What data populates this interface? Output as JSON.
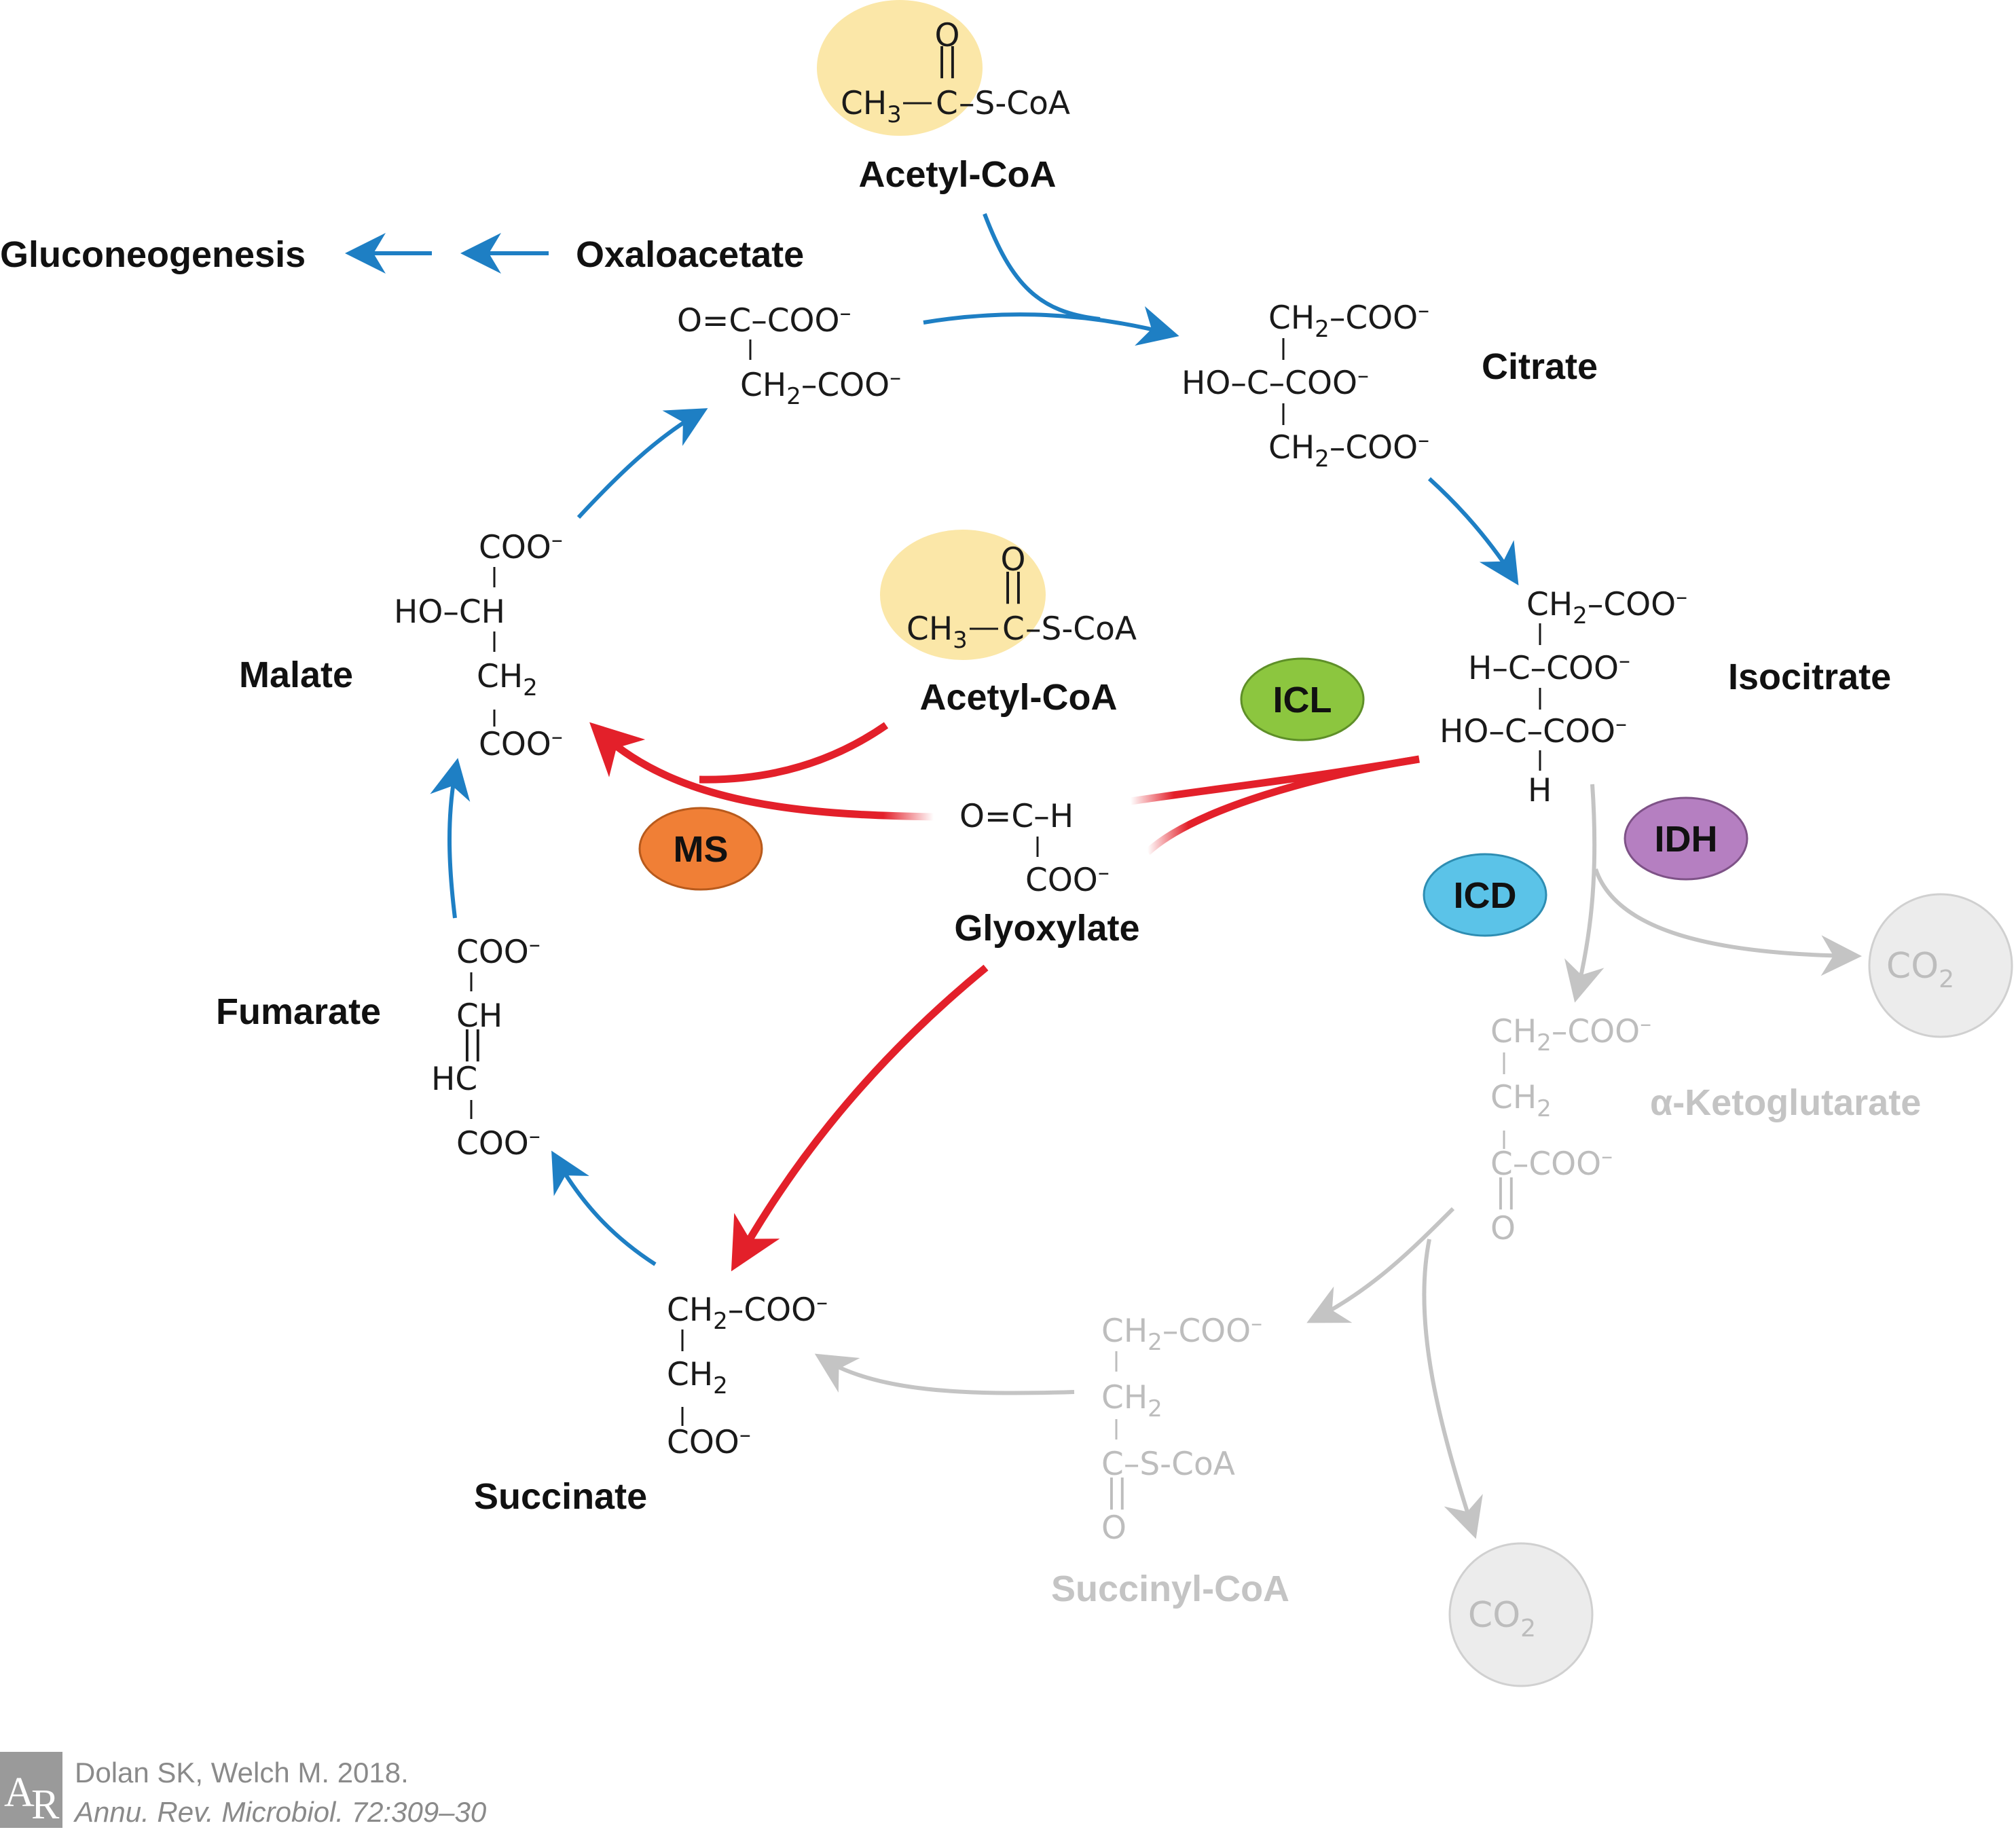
{
  "colors": {
    "cycle_arrow": "#1e7fc4",
    "shunt_arrow": "#e3202a",
    "faded_arrow": "#c4c4c4",
    "acetyl_highlight": "#fbe7a8",
    "icl": "#8cc63f",
    "ms": "#f07f36",
    "idh": "#b57fc1",
    "icd": "#5bc3e8",
    "co2_fill": "#ececec"
  },
  "compounds": {
    "acetyl_coa_top": "Acetyl-CoA",
    "acetyl_coa_mid": "Acetyl-CoA",
    "oxaloacetate": "Oxaloacetate",
    "gluconeogenesis": "Gluconeogenesis",
    "citrate": "Citrate",
    "isocitrate": "Isocitrate",
    "malate": "Malate",
    "glyoxylate": "Glyoxylate",
    "fumarate": "Fumarate",
    "succinate": "Succinate",
    "alpha_ketoglutarate": "α-Ketoglutarate",
    "succinyl_coa": "Succinyl-CoA"
  },
  "enzymes": {
    "icl": "ICL",
    "ms": "MS",
    "idh": "IDH",
    "icd": "ICD"
  },
  "co2_1": {
    "main": "CO",
    "sub": "2"
  },
  "co2_2": {
    "main": "CO",
    "sub": "2"
  },
  "citation": {
    "line1": "Dolan SK, Welch M. 2018.",
    "line2": "Annu. Rev. Microbiol. 72:309–30"
  },
  "logo": {
    "left": "A",
    "right": "R"
  },
  "atoms": {
    "O": "O",
    "H": "H",
    "C": "C",
    "CH": "CH",
    "HC": "HC",
    "CH2": "CH",
    "CH3": "CH",
    "sub2": "2",
    "sub3": "3",
    "COO": "COO",
    "minus": "–",
    "HO_CH": "HO–CH",
    "HO_C": "HO–C",
    "H_C": "H–C",
    "O_C": "O=C–",
    "O_C_H": "O=C–H",
    "dash_COO": "–COO",
    "dash_SCoA": "–S-CoA",
    "dbl": "=",
    "dbl_v": "||"
  }
}
